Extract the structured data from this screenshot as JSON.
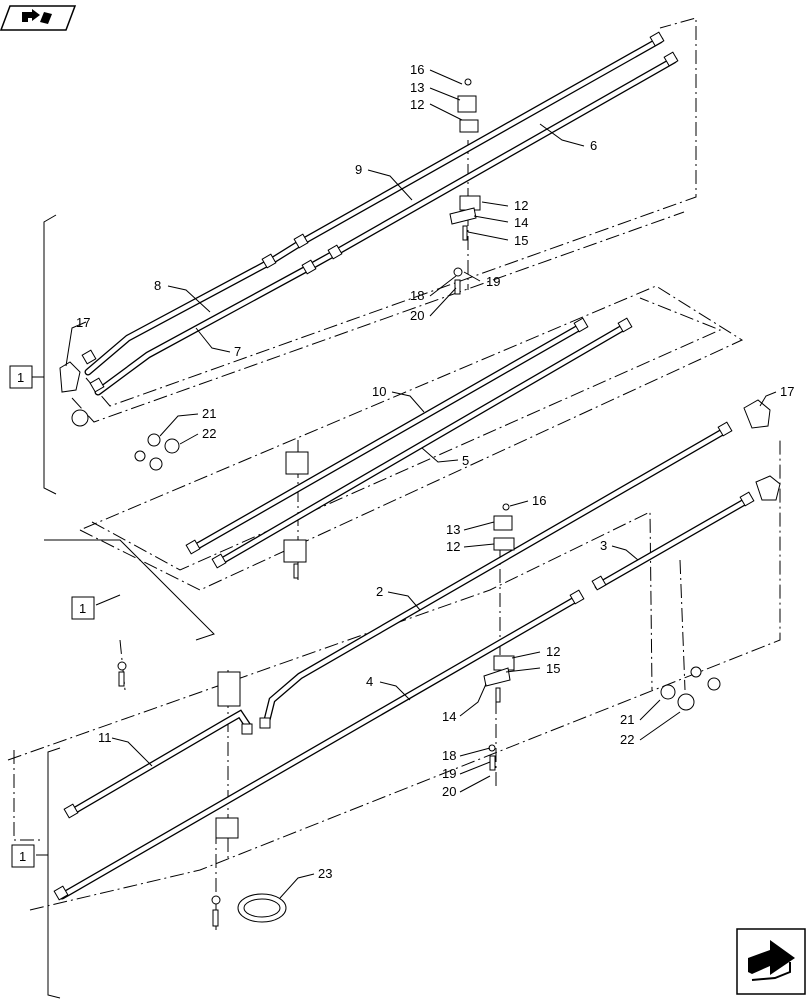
{
  "icons": {
    "top_left": "book-arrow-icon",
    "bottom_right": "next-page-arrow-icon"
  },
  "callouts": {
    "c16a": "16",
    "c13a": "13",
    "c12a": "12",
    "c9": "9",
    "c6": "6",
    "c12b": "12",
    "c14a": "14",
    "c15a": "15",
    "c19a": "19",
    "c18a": "18",
    "c20a": "20",
    "c8": "8",
    "c17a": "17",
    "c7": "7",
    "c21a": "21",
    "c22a": "22",
    "c10": "10",
    "c5": "5",
    "c17b": "17",
    "c16b": "16",
    "c13b": "13",
    "c12c": "12",
    "c3": "3",
    "c2": "2",
    "c12d": "12",
    "c15b": "15",
    "c4": "4",
    "c14b": "14",
    "c21b": "21",
    "c22b": "22",
    "c11": "11",
    "c18b": "18",
    "c19b": "19",
    "c20b": "20",
    "c23": "23"
  },
  "reference_boxes": {
    "r1": "1",
    "r2": "1",
    "r3": "1"
  }
}
